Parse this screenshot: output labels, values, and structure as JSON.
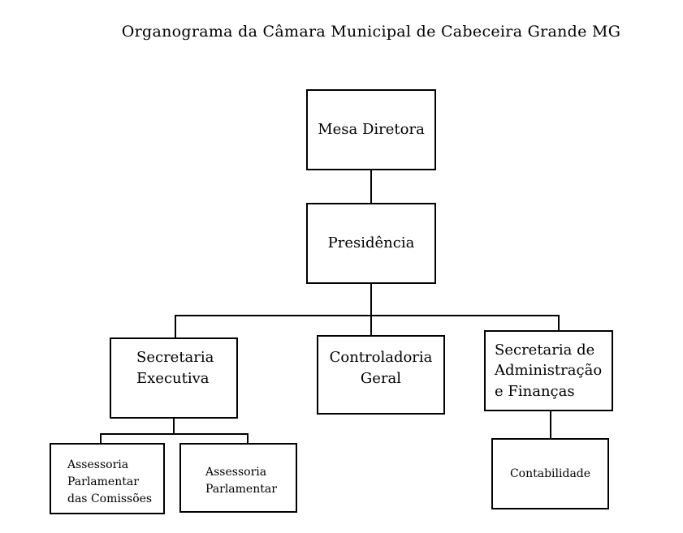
{
  "page": {
    "title": "Organograma da Câmara Municipal de Cabeceira Grande MG"
  },
  "boxes": {
    "mesa_diretora": "Mesa Diretora",
    "presidencia": "Presidência",
    "secretaria_executiva": "Secretaria\nExecutiva",
    "controladoria_geral": "Controladoria\nGeral",
    "secretaria_administracao": "Secretaria de\nAdministração\ne Finanças",
    "assessoria_comissoes": "Assessoria\nParlamentar\ndas Comissões",
    "assessoria_parlamentar": "Assessoria\nParlamentar",
    "contabilidade": "Contabilidade"
  },
  "colors": {
    "background": "#ffffff",
    "border": "#000000",
    "text": "#000000"
  },
  "chart_data": {
    "type": "org-chart",
    "title": "Organograma da Câmara Municipal de Cabeceira Grande MG",
    "nodes": [
      {
        "id": "mesa-diretora",
        "label": "Mesa Diretora",
        "parent": null
      },
      {
        "id": "presidencia",
        "label": "Presidência",
        "parent": "mesa-diretora"
      },
      {
        "id": "secretaria-executiva",
        "label": "Secretaria Executiva",
        "parent": "presidencia"
      },
      {
        "id": "controladoria-geral",
        "label": "Controladoria Geral",
        "parent": "presidencia"
      },
      {
        "id": "secretaria-administracao-financas",
        "label": "Secretaria de Administração e Finanças",
        "parent": "presidencia"
      },
      {
        "id": "assessoria-parlamentar-comissoes",
        "label": "Assessoria Parlamentar das Comissões",
        "parent": "secretaria-executiva"
      },
      {
        "id": "assessoria-parlamentar",
        "label": "Assessoria Parlamentar",
        "parent": "secretaria-executiva"
      },
      {
        "id": "contabilidade",
        "label": "Contabilidade",
        "parent": "secretaria-administracao-financas"
      }
    ]
  }
}
